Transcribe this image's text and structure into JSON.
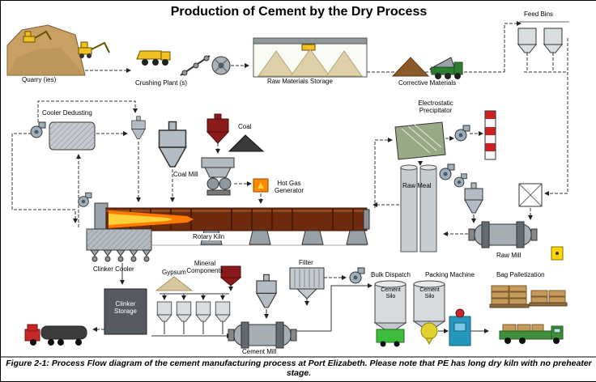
{
  "title": "Production of Cement by the Dry Process",
  "caption": "Figure 2-1: Process Flow diagram of the cement manufacturing process at Port Elizabeth. Please note that PE has long dry kiln with no preheater stage.",
  "stages": {
    "quarry": "Quarry (ies)",
    "crushing_plant": "Crushing Plant (s)",
    "raw_materials_storage": "Raw Materials Storage",
    "corrective_materials": "Corrective Materials",
    "feed_bins": "Feed Bins",
    "cooler_dedusting": "Cooler Dedusting",
    "electrostatic_precipitator": "Electrostatic Precipitator",
    "coal": "Coal",
    "coal_mill": "Coal Mill",
    "hot_gas_generator": "Hot Gas Generator",
    "rotary_kiln": "Rotary Kiln",
    "raw_meal": "Raw Meal",
    "raw_mill": "Raw Mill",
    "clinker_cooler": "Clinker Cooler",
    "clinker_storage": "Clinker Storage",
    "gypsum": "Gypsum",
    "mineral_components": "Mineral Components",
    "filter": "Filter",
    "cement_mill": "Cement Mill",
    "cement_silo_1": "Cement Silo",
    "cement_silo_2": "Cement Silo",
    "bulk_dispatch": "Bulk Dispatch",
    "packing_machine": "Packing Machine",
    "bag_palletization": "Bag Palletization"
  },
  "icons": [
    "quarry-icon",
    "excavator-icon",
    "dump-truck-icon",
    "crusher-icon",
    "storage-shed-icon",
    "tipper-truck-icon",
    "feed-bin-icon",
    "fan-icon",
    "cyclone-icon",
    "coal-hopper-icon",
    "coal-pile-icon",
    "coal-mill-icon",
    "hot-gas-generator-icon",
    "electrostatic-precipitator-icon",
    "exhaust-stack-icon",
    "raw-meal-silo-icon",
    "separator-icon",
    "raw-mill-icon",
    "rotary-kiln-icon",
    "clinker-cooler-icon",
    "clinker-storage-icon",
    "tanker-truck-icon",
    "gypsum-pile-icon",
    "mineral-hopper-icon",
    "feed-silo-icon",
    "cement-mill-icon",
    "filter-icon",
    "cement-silo-icon",
    "bulk-truck-icon",
    "rotary-packer-icon",
    "packing-machine-icon",
    "bag-stack-icon",
    "flatbed-truck-icon",
    "control-unit-icon"
  ],
  "colors": {
    "kiln_body": "#6e2a0c",
    "flame_outer": "#ff7a00",
    "flame_inner": "#ffd23a",
    "quarry_sand": "#c9a063",
    "machine_yellow": "#f0c020",
    "coal_pile": "#3a3a3a",
    "coal_hopper_red": "#8b1a1a",
    "truck_green": "#2e7d32",
    "truck_red": "#c62828",
    "silo_truck_green": "#3dbb3d",
    "packer_yellow": "#e0d030",
    "packer_blue": "#2596be",
    "stack_red": "#cc2222",
    "precipitator_green": "#97a985",
    "storage_gray": "#565b61",
    "hot_gas_orange": "#ff8800",
    "bag_tan": "#c59a5d"
  }
}
